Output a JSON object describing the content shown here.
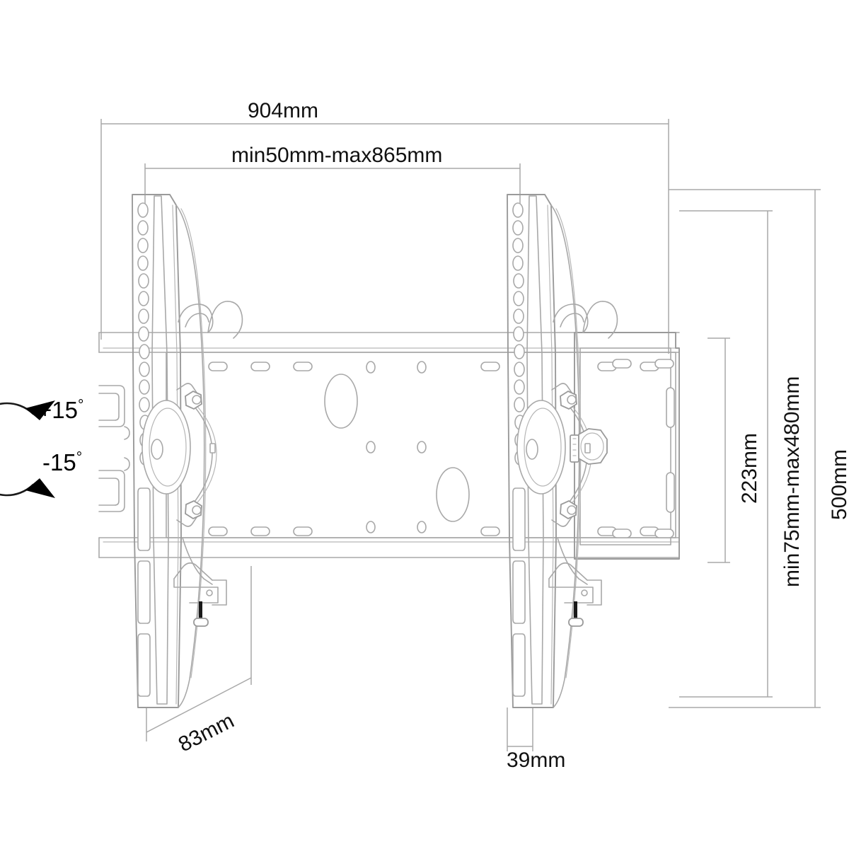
{
  "drawing": {
    "title": "Tilting TV wall mount bracket - dimensioned technical drawing",
    "line_color": "#a8a8a8",
    "line_color_dark": "#8f8f8f",
    "text_color": "#111111",
    "background": "#ffffff",
    "dimensions": {
      "overall_width": "904mm",
      "mount_width_range": "min50mm-max865mm",
      "plate_height": "223mm",
      "mount_height_range": "min75mm-max480mm",
      "overall_height": "500mm",
      "depth_left": "83mm",
      "depth_right": "39mm"
    },
    "tilt": {
      "up": "+15",
      "up_unit": "°",
      "down": "-15",
      "down_unit": "°"
    }
  }
}
